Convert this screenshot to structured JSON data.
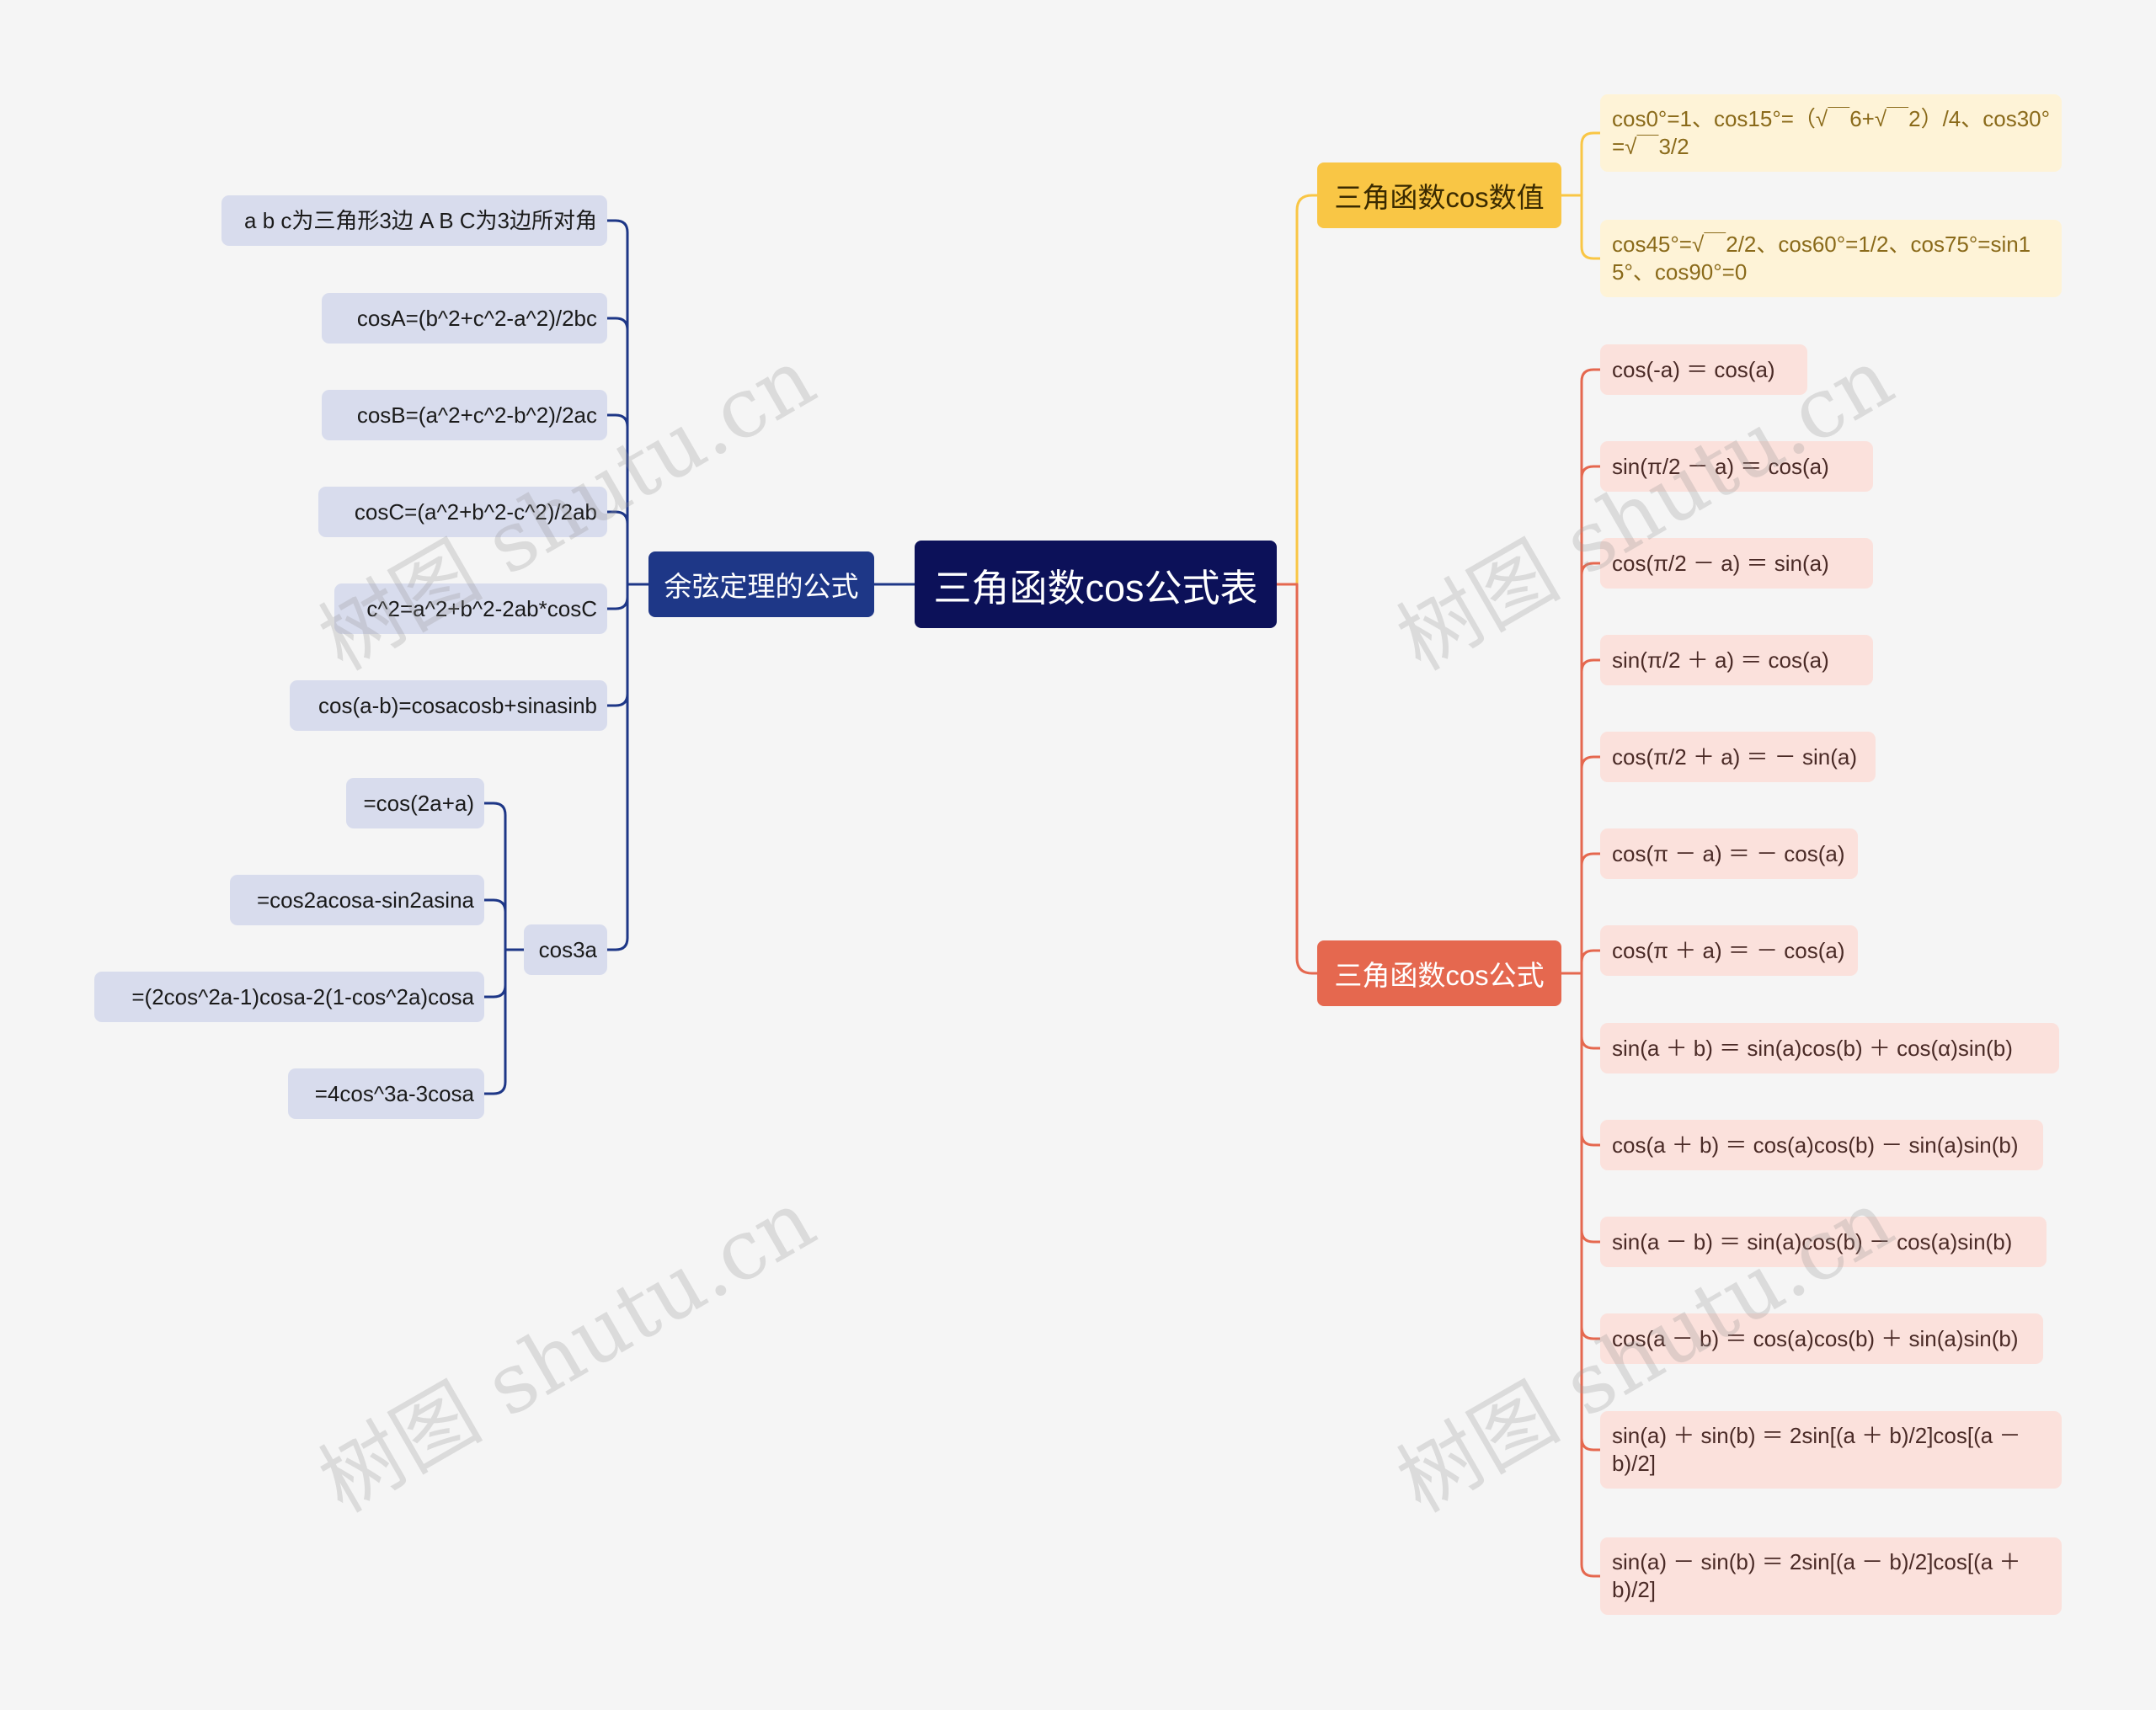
{
  "root": {
    "label": "三角函数cos公式表"
  },
  "branches": {
    "law_of_cosines": {
      "label": "余弦定理的公式",
      "items": [
        "a b c为三角形3边 A B C为3边所对角",
        "cosA=(b^2+c^2-a^2)/2bc",
        "cosB=(a^2+c^2-b^2)/2ac",
        "cosC=(a^2+b^2-c^2)/2ab",
        "c^2=a^2+b^2-2ab*cosC",
        "cos(a-b)=cosacosb+sinasinb"
      ],
      "cos3a": {
        "label": "cos3a",
        "items": [
          "=cos(2a+a)",
          "=cos2acosa-sin2asina",
          "=(2cos^2a-1)cosa-2(1-cos^2a)cosa",
          "=4cos^3a-3cosa"
        ]
      }
    },
    "values": {
      "label": "三角函数cos数值",
      "items": [
        "cos0°=1、cos15°=（√￣6+√￣2）/4、cos30°=√￣3/2",
        "cos45°=√￣2/2、cos60°=1/2、cos75°=sin15°、cos90°=0"
      ]
    },
    "formulas": {
      "label": "三角函数cos公式",
      "items": [
        "cos(-a) ＝ cos(a)",
        "sin(π/2 － a) ＝ cos(a)",
        "cos(π/2 － a) ＝ sin(a)",
        "sin(π/2 ＋ a) ＝ cos(a)",
        "cos(π/2 ＋ a) ＝ － sin(a)",
        "cos(π － a) ＝ － cos(a)",
        "cos(π ＋ a) ＝ － cos(a)",
        "sin(a ＋ b) ＝ sin(a)cos(b) ＋ cos(α)sin(b)",
        "cos(a ＋ b) ＝ cos(a)cos(b) － sin(a)sin(b)",
        "sin(a － b) ＝ sin(a)cos(b) － cos(a)sin(b)",
        "cos(a － b) ＝ cos(a)cos(b) ＋ sin(a)sin(b)",
        "sin(a) ＋ sin(b) ＝ 2sin[(a ＋ b)/2]cos[(a － b)/2]",
        "sin(a) － sin(b) ＝ 2sin[(a － b)/2]cos[(a ＋ b)/2]"
      ]
    }
  },
  "watermark": "树图 shutu.cn",
  "colors": {
    "root": "#0c1159",
    "blue_branch": "#1e3787",
    "yellow_branch": "#f9c645",
    "red_branch": "#e5684f",
    "blue_leaf": "#d8dced",
    "yellow_leaf": "#fef3d7",
    "red_leaf": "#fbe1dc"
  }
}
